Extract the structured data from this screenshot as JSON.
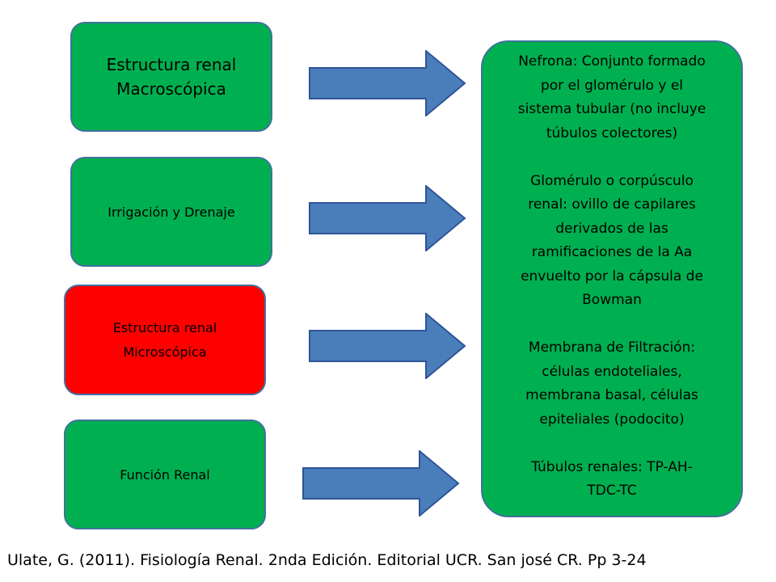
{
  "boxes": [
    {
      "label": "Estructura renal\nMacroscópica",
      "color": "#00b050"
    },
    {
      "label": "Irrigación y Drenaje",
      "color": "#00b050"
    },
    {
      "label": "Estructura renal\nMicroscópica",
      "color": "#ff0000"
    },
    {
      "label": "Función Renal",
      "color": "#00b050"
    }
  ],
  "panel": {
    "nefrona": "Nefrona: Conjunto formado\npor el glomérulo y el\nsistema tubular (no incluye\ntúbulos colectores)",
    "glomerulo": "Glomérulo o corpúsculo\nrenal:  ovillo de capilares\nderivados de las\nramificaciones de la Aa\nenvuelto por la cápsula de\nBowman",
    "membrana": "  Membrana de Filtración:\ncélulas endoteliales,\nmembrana basal, células\nepiteliales (podocito)",
    "tubulos": "Túbulos renales: TP-AH-\nTDC-TC"
  },
  "citation": "Ulate, G. (2011).  Fisiología Renal. 2nda Edición. Editorial UCR. San josé CR. Pp 3-24",
  "colors": {
    "green": "#00b050",
    "red": "#ff0000",
    "arrow_fill": "#4a7ebb",
    "border": "#41719c"
  }
}
